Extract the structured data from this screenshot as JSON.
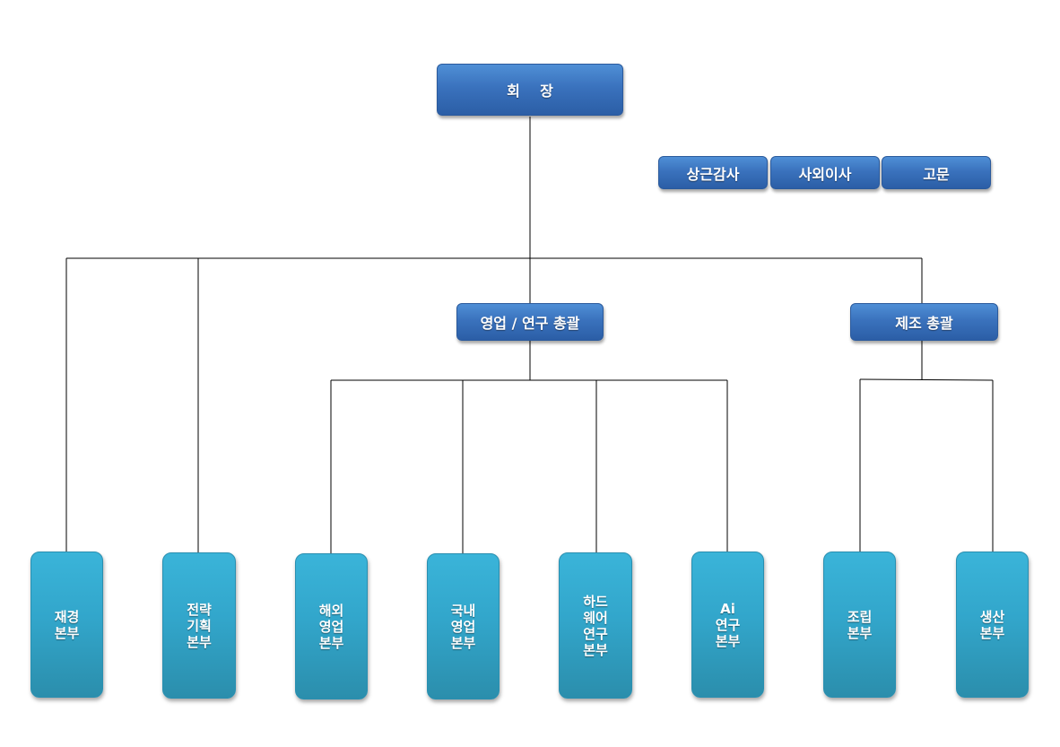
{
  "chairman": {
    "label": "회    장"
  },
  "advisors": [
    {
      "label": "상근감사"
    },
    {
      "label": "사외이사"
    },
    {
      "label": "고문"
    }
  ],
  "divisions": [
    {
      "label": "영업 / 연구 총괄"
    },
    {
      "label": "제조 총괄"
    }
  ],
  "departments": [
    {
      "label": "재경\n본부"
    },
    {
      "label": "전략\n기획\n본부"
    },
    {
      "label": "해외\n영업\n본부"
    },
    {
      "label": "국내\n영업\n본부"
    },
    {
      "label": "하드\n웨어\n연구\n본부"
    },
    {
      "label": "Ai\n연구\n본부"
    },
    {
      "label": "조립\n본부"
    },
    {
      "label": "생산\n본부"
    }
  ],
  "colors": {
    "exec_box": "#3a72bd",
    "dept_box": "#32a6cb",
    "connector": "#000000"
  }
}
